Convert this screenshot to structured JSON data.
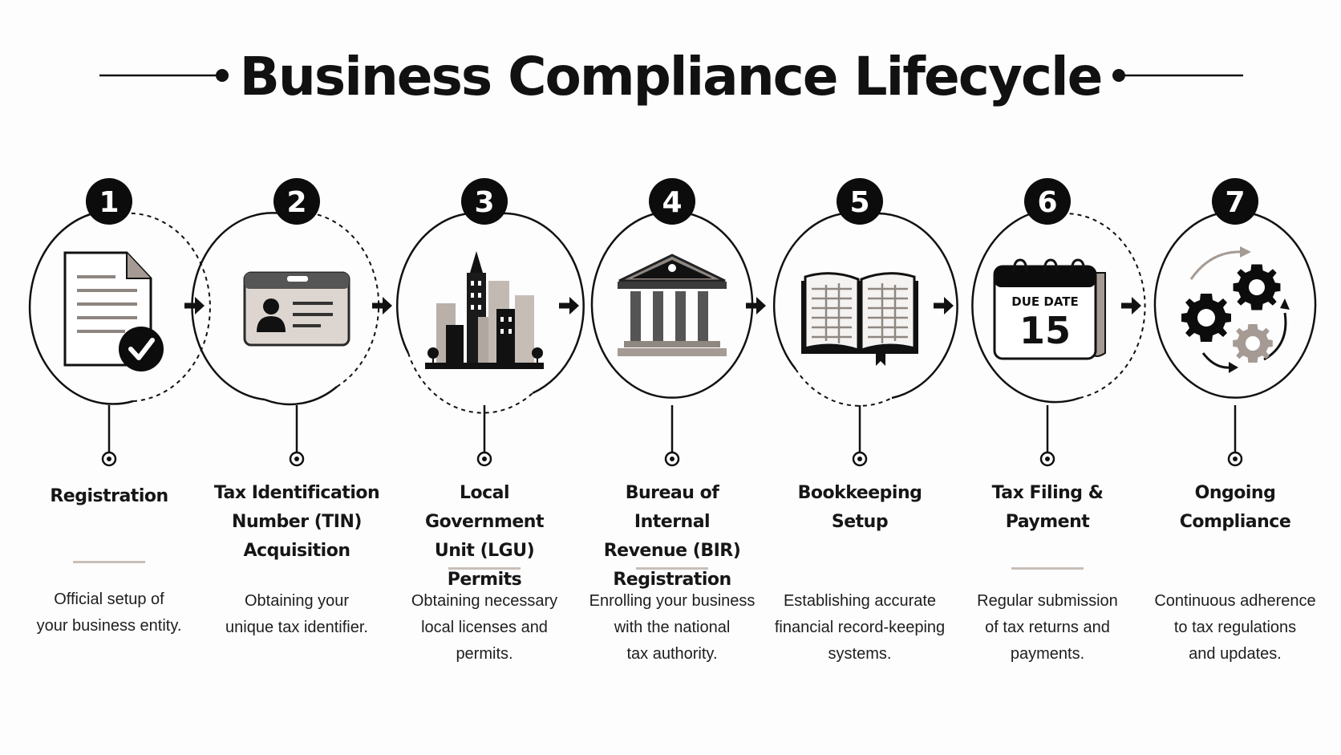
{
  "title": "Business Compliance Lifecycle",
  "colors": {
    "ink": "#111111",
    "accent_gray": "#a59b94",
    "underline": "#c9bfb8"
  },
  "steps": [
    {
      "number": "1",
      "icon": "document-check-icon",
      "label_lines": [
        "Registration"
      ],
      "desc_lines": [
        "Official setup of",
        "your business entity."
      ]
    },
    {
      "number": "2",
      "icon": "id-card-icon",
      "label_lines": [
        "Tax Identification",
        "Number (TIN)",
        "Acquisition"
      ],
      "desc_lines": [
        "Obtaining your",
        "unique tax identifier."
      ]
    },
    {
      "number": "3",
      "icon": "city-buildings-icon",
      "label_lines": [
        "Local Government",
        "Unit (LGU)",
        "Permits"
      ],
      "desc_lines": [
        "Obtaining necessary",
        "local licenses and",
        "permits."
      ]
    },
    {
      "number": "4",
      "icon": "government-building-icon",
      "label_lines": [
        "Bureau of Internal",
        "Revenue (BIR)",
        "Registration"
      ],
      "desc_lines": [
        "Enrolling your business",
        "with the national",
        "tax authority."
      ]
    },
    {
      "number": "5",
      "icon": "open-ledger-icon",
      "label_lines": [
        "Bookkeeping",
        "Setup"
      ],
      "desc_lines": [
        "Establishing accurate",
        "financial record-keeping",
        "systems."
      ]
    },
    {
      "number": "6",
      "icon": "calendar-due-date-icon",
      "calendar_heading": "DUE DATE",
      "calendar_day": "15",
      "label_lines": [
        "Tax Filing &",
        "Payment"
      ],
      "desc_lines": [
        "Regular submission",
        "of tax returns and",
        "payments."
      ]
    },
    {
      "number": "7",
      "icon": "gears-cycle-icon",
      "label_lines": [
        "Ongoing",
        "Compliance"
      ],
      "desc_lines": [
        "Continuous adherence",
        "to tax regulations",
        "and updates."
      ]
    }
  ]
}
